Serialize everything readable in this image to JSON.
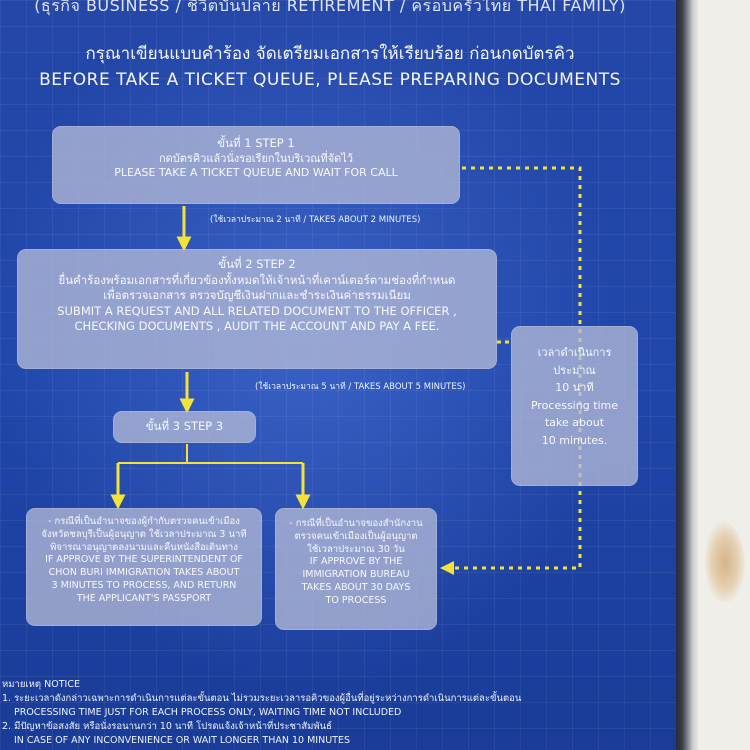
{
  "header": {
    "top_strip": "(ธุรกิจ BUSINESS / ชีวิตบั้นปลาย RETIREMENT / ครอบครัวไทย THAI FAMILY)",
    "title_th": "กรุณาเขียนแบบคำร้อง จัดเตรียมเอกสารให้เรียบร้อย ก่อนกดบัตรคิว",
    "title_en": "BEFORE TAKE A TICKET QUEUE, PLEASE PREPARING DOCUMENTS"
  },
  "step1": {
    "heading": "ขั้นที่ 1   STEP 1",
    "th": "กดบัตรคิวแล้วนั่งรอเรียกในบริเวณที่จัดไว้",
    "en": "PLEASE TAKE A TICKET QUEUE AND WAIT FOR CALL",
    "time": "(ใช้เวลาประมาณ 2 นาที / TAKES ABOUT 2 MINUTES)"
  },
  "step2": {
    "heading": "ขั้นที่ 2 STEP 2",
    "th1": "ยื่นคำร้องพร้อมเอกสารที่เกี่ยวข้องทั้งหมดให้เจ้าหน้าที่เคาน์เตอร์ตามช่องที่กำหนด",
    "th2": "เพื่อตรวจเอกสาร  ตรวจบัญชีเงินฝากและชำระเงินค่าธรรมเนียม",
    "en1": "SUBMIT A REQUEST AND ALL RELATED DOCUMENT TO THE OFFICER ,",
    "en2": "CHECKING DOCUMENTS , AUDIT THE ACCOUNT AND PAY A FEE.",
    "time": "(ใช้เวลาประมาณ 5 นาที / TAKES ABOUT 5 MINUTES)"
  },
  "step3": {
    "heading": "ขั้นที่ 3   STEP 3"
  },
  "left_branch": {
    "th1": "- กรณีที่เป็นอำนาจของผู้กำกับตรวจคนเข้าเมือง",
    "th2": "จังหวัดชลบุรีเป็นผู้อนุญาต ใช้เวลาประมาณ 3 นาที",
    "th3": "พิจารณาอนุญาตลงนามและคืนหนังสือเดินทาง",
    "en1": "IF APPROVE BY THE SUPERINTENDENT OF",
    "en2": "CHON BURI IMMIGRATION TAKES ABOUT",
    "en3": "3 MINUTES TO PROCESS, AND RETURN",
    "en4": "THE APPLICANT'S PASSPORT"
  },
  "right_branch": {
    "th1": "- กรณีที่เป็นอำนาจของสำนักงาน",
    "th2": "ตรวจคนเข้าเมืองเป็นผู้อนุญาต",
    "th3": "ใช้เวลาประมาณ 30 วัน",
    "en1": "IF APPROVE BY THE",
    "en2": "IMMIGRATION BUREAU",
    "en3": "TAKES ABOUT 30 DAYS",
    "en4": "TO PROCESS"
  },
  "processing": {
    "th1": "เวลาดำเนินการ",
    "th2": "ประมาณ",
    "th3": "10 นาที",
    "en1": "Processing time",
    "en2": "take about",
    "en3": "10 minutes."
  },
  "notes": {
    "heading": "หมายเหตุ  NOTICE",
    "line1_th": "1. ระยะเวลาดังกล่าวเฉพาะการดำเนินการแต่ละขั้นตอน  ไม่รวมระยะเวลารอคิวของผู้อื่นที่อยู่ระหว่างการดำเนินการแต่ละขั้นตอน",
    "line1_en": "PROCESSING TIME JUST FOR EACH PROCESS ONLY, WAITING TIME NOT INCLUDED",
    "line2_th": "2. มีปัญหาข้อสงสัย หรือนั่งรอนานกว่า 10 นาที โปรดแจ้งเจ้าหน้าที่ประชาสัมพันธ์",
    "line2_en": "IN CASE OF ANY INCONVENIENCE OR WAIT LONGER THAN 10 MINUTES"
  },
  "colors": {
    "board_blue": "#1f46ab",
    "box_fill": "#b2b9d6",
    "arrow_yellow": "#f2e23a"
  }
}
